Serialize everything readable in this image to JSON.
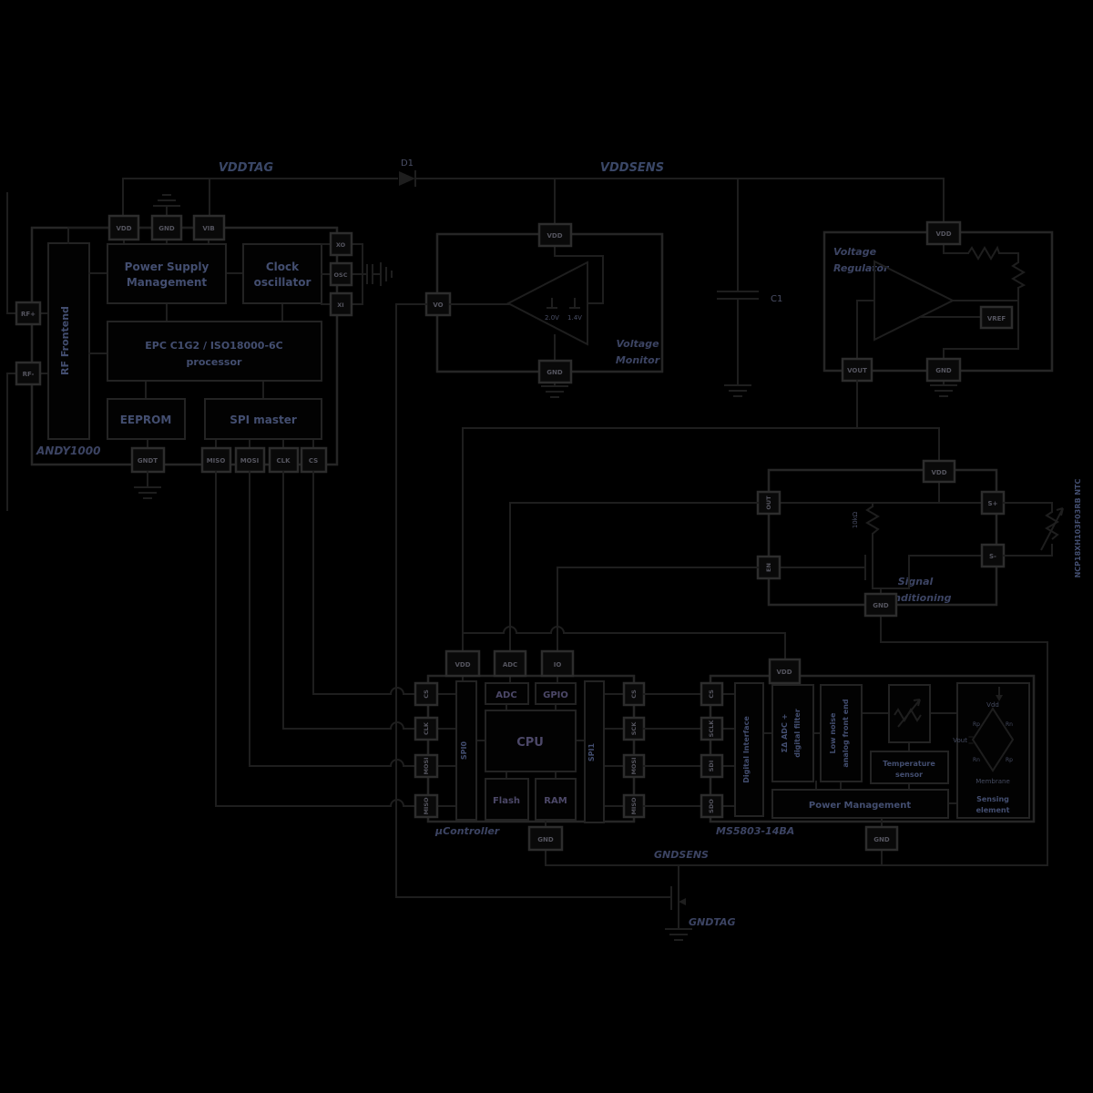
{
  "colors": {
    "background": "#000000",
    "wire": "#1e1e1e",
    "box_stroke": "#242424",
    "block_text": "#434e70",
    "net_label_text": "#3a4767",
    "pin_text": "#55555f"
  },
  "nets": {
    "vddtag": "VDDTAG",
    "vddsens": "VDDSENS",
    "gndsens": "GNDSENS",
    "gndtag": "GNDTAG",
    "diode": "D1",
    "cap": "C1"
  },
  "andy": {
    "name": "ANDY1000",
    "rf_frontend": "RF Frontend",
    "psm": {
      "line1": "Power Supply",
      "line2": "Management"
    },
    "clock": {
      "line1": "Clock",
      "line2": "oscillator"
    },
    "epc": {
      "line1": "EPC C1G2 / ISO18000-6C",
      "line2": "processor"
    },
    "eeprom": "EEPROM",
    "spi_master": "SPI master",
    "pins": {
      "rfp": "RF+",
      "rfn": "RF-",
      "vdd": "VDD",
      "gnd": "GND",
      "vib": "VIB",
      "xo": "XO",
      "osc": "OSC",
      "xi": "XI",
      "gndt": "GNDT",
      "miso": "MISO",
      "mosi": "MOSI",
      "clk": "CLK",
      "cs": "CS"
    }
  },
  "monitor": {
    "line1": "Voltage",
    "line2": "Monitor",
    "vth_high": "2.0V",
    "vth_low": "1.4V",
    "pins": {
      "vdd": "VDD",
      "vo": "VO",
      "gnd": "GND"
    }
  },
  "regulator": {
    "line1": "Voltage",
    "line2": "Regulator",
    "vref": "VREF",
    "pins": {
      "vdd": "VDD",
      "vout": "VOUT",
      "gnd": "GND"
    }
  },
  "sigcond": {
    "line1": "Signal",
    "line2": "Conditioning",
    "resistor": "10kΩ",
    "thermistor": "NCP18XH103F03RB NTC",
    "pins": {
      "vdd": "VDD",
      "out": "OUT",
      "en": "EN",
      "sp": "S+",
      "sn": "S-",
      "gnd": "GND"
    }
  },
  "mcu": {
    "name": "µController",
    "spi0": "SPI0",
    "spi1": "SPI1",
    "adc": "ADC",
    "gpio": "GPIO",
    "cpu": "CPU",
    "flash": "Flash",
    "ram": "RAM",
    "pins": {
      "vdd": "VDD",
      "adc": "ADC",
      "io": "IO",
      "gnd": "GND",
      "left": [
        "CS",
        "CLK",
        "MOSI",
        "MISO"
      ],
      "right": [
        "CS",
        "SCK",
        "MOSI",
        "MISO"
      ]
    }
  },
  "ms5803": {
    "name": "MS5803-14BA",
    "digital_interface": "Digital Interface",
    "adc_filter": {
      "line1": "ΣΔ ADC +",
      "line2": "digital filter"
    },
    "afe": {
      "line1": "Low noise",
      "line2": "analog front end"
    },
    "temp": {
      "line1": "Temperature",
      "line2": "sensor"
    },
    "power": "Power Management",
    "sensing": {
      "line1": "Sensing",
      "line2": "element"
    },
    "pins": {
      "vdd": "VDD",
      "gnd": "GND",
      "left": [
        "CS",
        "SCLK",
        "SDI",
        "SDO"
      ]
    },
    "bridge": {
      "vdd": "Vdd",
      "vout": "Vout",
      "membrane": "Membrane",
      "r_tl": "Rp",
      "r_tr": "Rn",
      "r_bl": "Rn",
      "r_br": "Rp"
    }
  }
}
